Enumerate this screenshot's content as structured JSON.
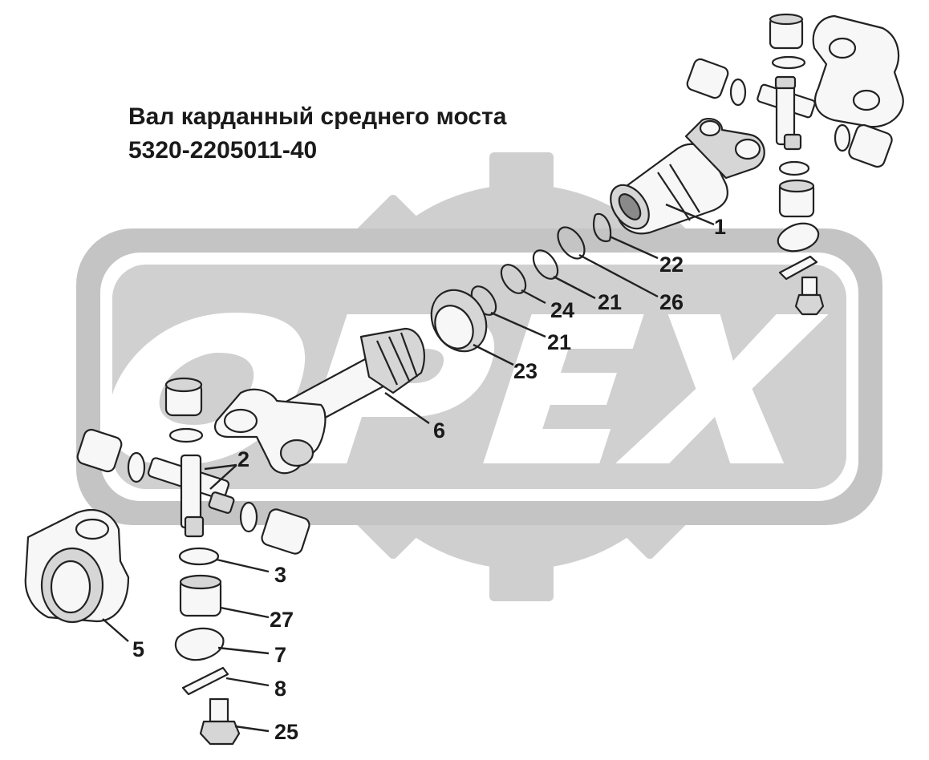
{
  "title": {
    "line1": "Вал карданный среднего моста",
    "line2": "5320-2205011-40"
  },
  "watermark": {
    "text": "OPEX",
    "color": "#c9c9c9"
  },
  "colors": {
    "line": "#222222",
    "part_fill": "#f7f7f7",
    "part_shade": "#d6d6d6",
    "background": "#ffffff"
  },
  "callouts": {
    "c1": "1",
    "c2": "2",
    "c3": "3",
    "c5": "5",
    "c6": "6",
    "c7": "7",
    "c8": "8",
    "c21a": "21",
    "c21b": "21",
    "c22": "22",
    "c23": "23",
    "c24": "24",
    "c25": "25",
    "c26": "26",
    "c27": "27"
  }
}
